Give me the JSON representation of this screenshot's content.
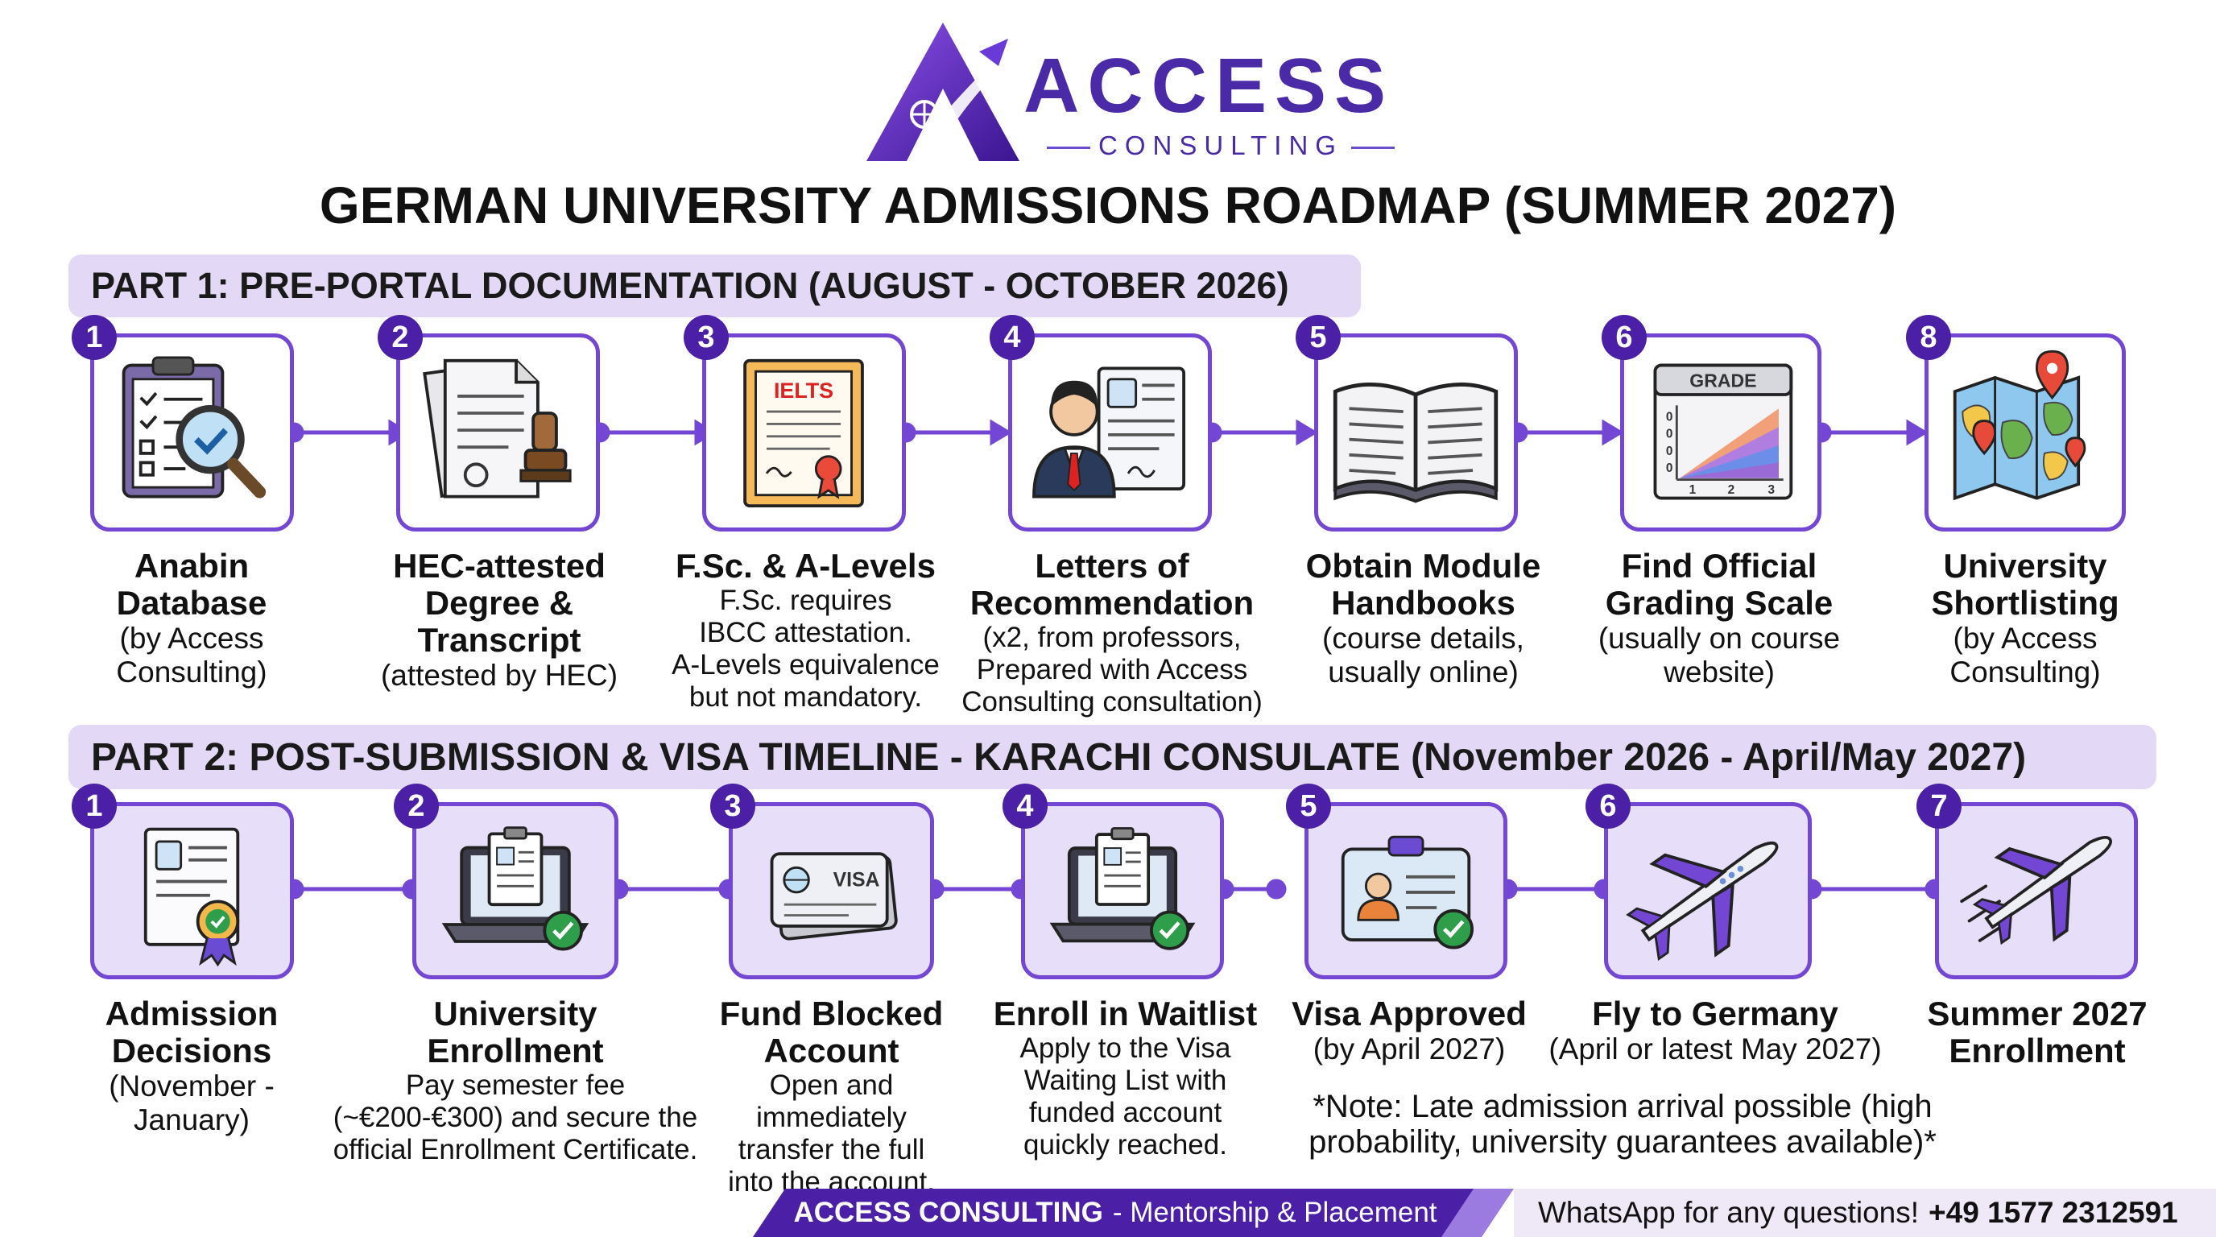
{
  "brand": {
    "name": "ACCESS",
    "sub": "CONSULTING"
  },
  "title": "GERMAN UNIVERSITY ADMISSIONS ROADMAP (SUMMER 2027)",
  "part1": {
    "banner": "PART 1: PRE-PORTAL DOCUMENTATION (AUGUST - OCTOBER 2026)",
    "steps": [
      {
        "num": "1",
        "title": "Anabin\nDatabase",
        "sub": "(by Access\nConsulting)",
        "icon": "clipboard-magnifier-icon"
      },
      {
        "num": "2",
        "title": "HEC-attested\nDegree &\nTranscript",
        "sub": "(attested by HEC)",
        "icon": "documents-stamp-icon"
      },
      {
        "num": "3",
        "title": "F.Sc. & A-Levels",
        "sub": "F.Sc. requires\nIBCC attestation.\nA-Levels equivalence\nbut not mandatory.",
        "icon": "ielts-certificate-icon",
        "cert_text": "IELTS"
      },
      {
        "num": "4",
        "title": "Letters of\nRecommendation",
        "sub": "(x2, from professors,\nPrepared with Access\nConsulting consultation)",
        "icon": "person-letter-icon"
      },
      {
        "num": "5",
        "title": "Obtain Module\nHandbooks",
        "sub": "(course details,\nusually online)",
        "icon": "open-book-icon"
      },
      {
        "num": "6",
        "title": "Find Official\nGrading Scale",
        "sub": "(usually on course\nwebsite)",
        "icon": "grade-chart-icon",
        "chart_title": "GRADE",
        "chart_ticks": [
          "1",
          "2",
          "3"
        ]
      },
      {
        "num": "8",
        "title": "University\nShortlisting",
        "sub": "(by Access\nConsulting)",
        "icon": "map-pins-icon"
      }
    ]
  },
  "part2": {
    "banner": "PART 2: POST-SUBMISSION & VISA TIMELINE - KARACHI CONSULATE (November 2026 - April/May 2027)",
    "steps": [
      {
        "num": "1",
        "title": "Admission\nDecisions",
        "sub": "(November -\nJanuary)",
        "icon": "certificate-badge-icon"
      },
      {
        "num": "2",
        "title": "University\nEnrollment",
        "sub": "Pay semester fee\n(~€200-€300) and secure the\nofficial Enrollment Certificate.",
        "icon": "laptop-check-icon"
      },
      {
        "num": "3",
        "title": "Fund Blocked\nAccount",
        "sub": "Open and immediately\ntransfer the full\ninto the account.",
        "icon": "visa-card-icon",
        "card_text": "VISA"
      },
      {
        "num": "4",
        "title": "Enroll in Waitlist",
        "sub": "Apply to the Visa\nWaiting List with\nfunded account\nquickly reached.",
        "icon": "laptop-check-icon"
      },
      {
        "num": "5",
        "title": "Visa Approved",
        "sub": "(by April 2027)",
        "icon": "id-card-check-icon"
      },
      {
        "num": "6",
        "title": "Fly to Germany",
        "sub": "(April or latest May 2027)",
        "icon": "airplane-icon"
      },
      {
        "num": "7",
        "title": "Summer 2027\nEnrollment",
        "sub": "",
        "icon": "airplane-icon"
      }
    ],
    "note": "*Note: Late admission arrival possible (high\nprobability, university guarantees available)*"
  },
  "footer": {
    "left_bold": "ACCESS CONSULTING",
    "left_rest": "- Mentorship & Placement",
    "right_text": "WhatsApp for any questions!",
    "right_phone": "+49 1577 2312591"
  },
  "colors": {
    "primary": "#4b1fa6",
    "accent": "#7446d4",
    "banner_bg": "#e3d9f6",
    "card_bg_part2": "#e7defa",
    "check_green": "#2e9e4a"
  }
}
